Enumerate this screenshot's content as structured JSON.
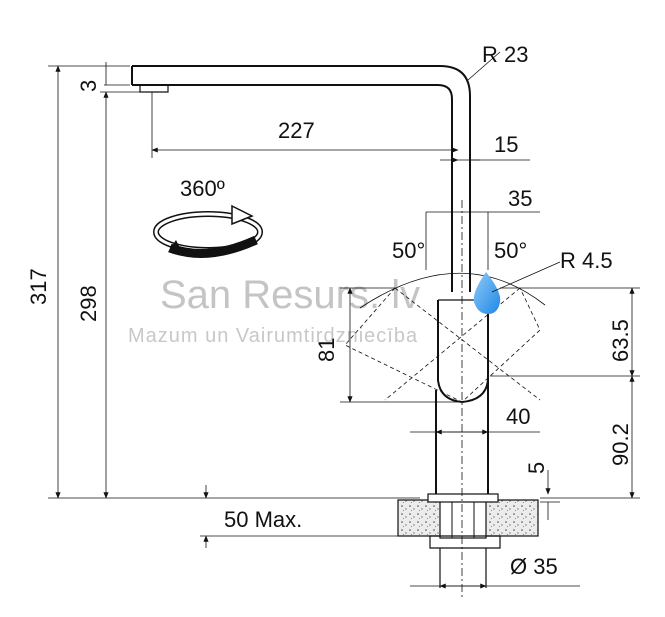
{
  "watermark": {
    "title": "San Resurs. lv",
    "subtitle": "Mazum un Vairumtirdzniecība"
  },
  "dimensions": {
    "total_height": "317",
    "spout_height": "298",
    "spout_thickness": "3",
    "spout_radius": "R 23",
    "spout_reach": "227",
    "spout_offset": "15",
    "lever_width": "35",
    "lever_angle_left": "50°",
    "lever_angle_right": "50°",
    "lever_radius": "R 4.5",
    "lever_height": "81",
    "lever_upper": "63.5",
    "body_height": "90.2",
    "body_diameter": "40",
    "base_gap": "5",
    "counter_thickness": "50 Max.",
    "hole_diameter": "Ø 35",
    "rotation": "360º"
  },
  "colors": {
    "line": "#111111",
    "water_drop_blue": "#1e88e5",
    "water_drop_light": "#90caf9",
    "countertop": "#e6e6e6",
    "watermark": "#c4c4c4"
  },
  "icons": {
    "rotation": "rotation-arrow-icon",
    "water": "water-drop-icon"
  }
}
